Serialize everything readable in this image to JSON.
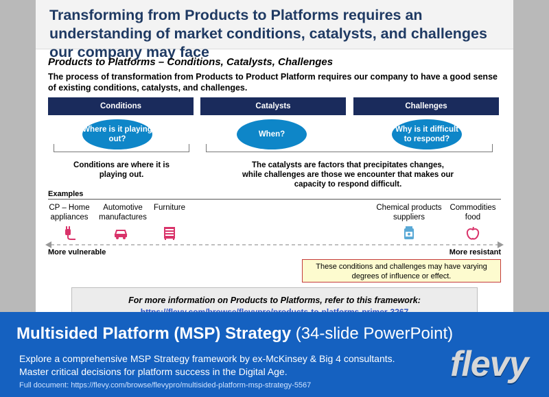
{
  "slide": {
    "title": "Transforming from Products to Platforms requires an understanding of market conditions, catalysts, and challenges our company may face",
    "subtitle": "Products to Platforms – Conditions, Catalysts, Challenges",
    "intro": "The process of transformation from Products to Product Platform requires our company to have a good sense of existing conditions, catalysts, and challenges.",
    "columns": [
      {
        "header": "Conditions",
        "question": "Where is it playing out?"
      },
      {
        "header": "Catalysts",
        "question": "When?"
      },
      {
        "header": "Challenges",
        "question": "Why is it difficult to respond?"
      }
    ],
    "notes": {
      "conditions": "Conditions are where it is playing out.",
      "catalysts_challenges": "The catalysts are factors that precipitates changes, while challenges are those we encounter that makes our capacity to respond difficult."
    },
    "examples_label": "Examples",
    "examples": [
      {
        "label": "CP – Home appliances",
        "icon": "plug-icon"
      },
      {
        "label": "Automotive manufactures",
        "icon": "car-icon"
      },
      {
        "label": "Furniture",
        "icon": "cabinet-icon"
      },
      {
        "label": "Chemical products suppliers",
        "icon": "chemical-jar-icon"
      },
      {
        "label": "Commodities food",
        "icon": "apple-icon"
      }
    ],
    "scale": {
      "left": "More vulnerable",
      "right": "More resistant"
    },
    "callout": "These conditions and challenges may have varying degrees of influence or effect.",
    "info": {
      "title": "For more information on Products to Platforms, refer to this framework:",
      "link": "https://flevy.com/browse/flevypro/products-to-platforms-primer-3267"
    }
  },
  "banner": {
    "title_bold": "Multisided Platform (MSP) Strategy",
    "title_rest": " (34-slide PowerPoint)",
    "desc_line1": "Explore a comprehensive MSP Strategy framework by ex-McKinsey & Big 4 consultants.",
    "desc_line2": "Master critical decisions for platform success in the Digital Age.",
    "url": "Full document: https://flevy.com/browse/flevypro/multisided-platform-msp-strategy-5567",
    "logo": "flevy"
  },
  "colors": {
    "navy_header": "#1a2b5c",
    "oval_blue": "#0e86c8",
    "title_blue": "#1f3a63",
    "icon_pink": "#d9336a",
    "icon_lightblue": "#5aa9d6",
    "banner_blue": "#1561c0"
  }
}
